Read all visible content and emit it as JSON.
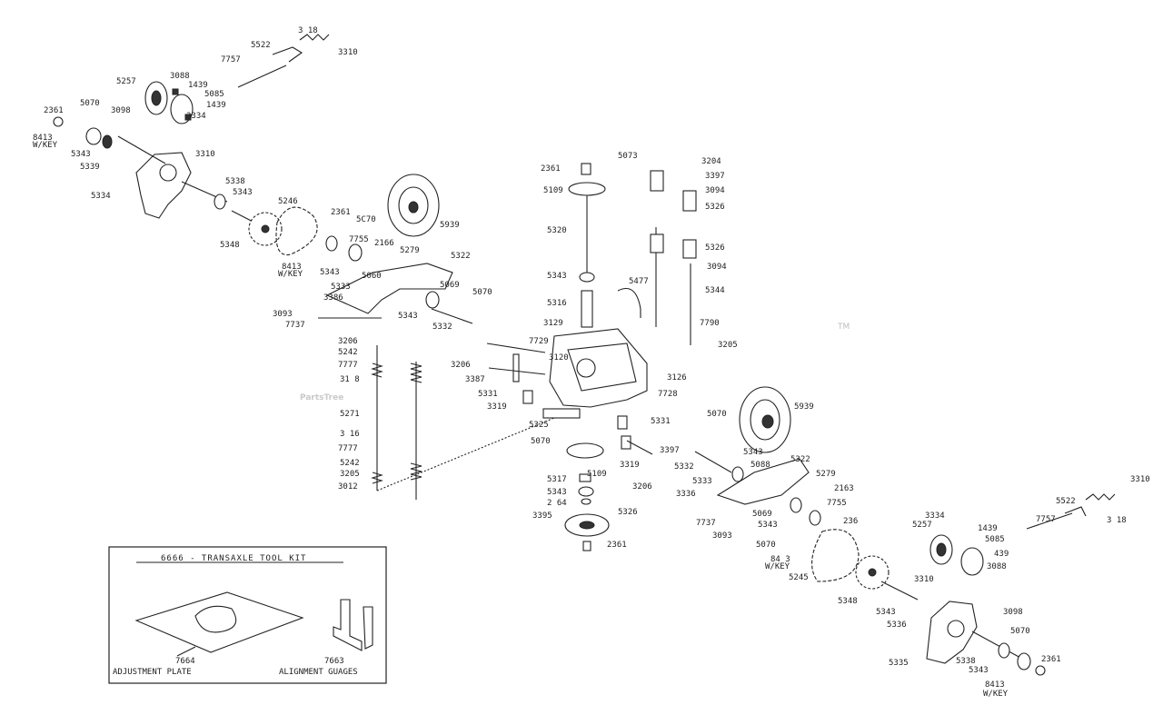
{
  "watermark": {
    "text": "PartsTree",
    "tm": "TM"
  },
  "tool_kit": {
    "title": "6666 - TRANSAXLE TOOL KIT",
    "plate_label": "ADJUSTMENT PLATE",
    "plate_number": "7664",
    "gauge_label": "ALIGNMENT GUAGES",
    "gauge_number": "7663"
  },
  "labels": [
    {
      "id": "l0",
      "text": "3 18"
    },
    {
      "id": "l1",
      "text": "5522"
    },
    {
      "id": "l2",
      "text": "3310"
    },
    {
      "id": "l3",
      "text": "7757"
    },
    {
      "id": "l4",
      "text": "5257"
    },
    {
      "id": "l5",
      "text": "3088"
    },
    {
      "id": "l6",
      "text": "1439"
    },
    {
      "id": "l7",
      "text": "5085"
    },
    {
      "id": "l8",
      "text": "1439"
    },
    {
      "id": "l9",
      "text": "3334"
    },
    {
      "id": "l10",
      "text": "2361"
    },
    {
      "id": "l11",
      "text": "5070"
    },
    {
      "id": "l12",
      "text": "3098"
    },
    {
      "id": "l13",
      "text": "8413"
    },
    {
      "id": "l14",
      "text": "W/KEY"
    },
    {
      "id": "l15",
      "text": "5343"
    },
    {
      "id": "l16",
      "text": "5339"
    },
    {
      "id": "l17",
      "text": "3310"
    },
    {
      "id": "l18",
      "text": "5334"
    },
    {
      "id": "l19",
      "text": "5338"
    },
    {
      "id": "l20",
      "text": "5343"
    },
    {
      "id": "l21",
      "text": "5246"
    },
    {
      "id": "l22",
      "text": "2361"
    },
    {
      "id": "l23",
      "text": "5C70"
    },
    {
      "id": "l24",
      "text": "5939"
    },
    {
      "id": "l25",
      "text": "5348"
    },
    {
      "id": "l26",
      "text": "7755"
    },
    {
      "id": "l27",
      "text": "2166"
    },
    {
      "id": "l28",
      "text": "5279"
    },
    {
      "id": "l29",
      "text": "5322"
    },
    {
      "id": "l30",
      "text": "8413"
    },
    {
      "id": "l31",
      "text": "W/KEY"
    },
    {
      "id": "l32",
      "text": "5343"
    },
    {
      "id": "l33",
      "text": "5060"
    },
    {
      "id": "l34",
      "text": "5333"
    },
    {
      "id": "l35",
      "text": "3386"
    },
    {
      "id": "l36",
      "text": "5069"
    },
    {
      "id": "l37",
      "text": "5070"
    },
    {
      "id": "l38",
      "text": "3093"
    },
    {
      "id": "l39",
      "text": "7737"
    },
    {
      "id": "l40",
      "text": "5343"
    },
    {
      "id": "l41",
      "text": "5332"
    },
    {
      "id": "l42",
      "text": "2361"
    },
    {
      "id": "l43",
      "text": "5073"
    },
    {
      "id": "l44",
      "text": "5109"
    },
    {
      "id": "l45",
      "text": "5320"
    },
    {
      "id": "l46",
      "text": "5343"
    },
    {
      "id": "l47",
      "text": "5316"
    },
    {
      "id": "l48",
      "text": "5477"
    },
    {
      "id": "l49",
      "text": "3204"
    },
    {
      "id": "l50",
      "text": "3397"
    },
    {
      "id": "l51",
      "text": "3094"
    },
    {
      "id": "l52",
      "text": "5326"
    },
    {
      "id": "l53",
      "text": "5326"
    },
    {
      "id": "l54",
      "text": "3094"
    },
    {
      "id": "l55",
      "text": "5344"
    },
    {
      "id": "l56",
      "text": "7790"
    },
    {
      "id": "l57",
      "text": "3205"
    },
    {
      "id": "l58",
      "text": "3129"
    },
    {
      "id": "l59",
      "text": "7729"
    },
    {
      "id": "l60",
      "text": "3120"
    },
    {
      "id": "l61",
      "text": "3126"
    },
    {
      "id": "l62",
      "text": "7728"
    },
    {
      "id": "l63",
      "text": "3206"
    },
    {
      "id": "l64",
      "text": "3387"
    },
    {
      "id": "l65",
      "text": "5331"
    },
    {
      "id": "l66",
      "text": "3319"
    },
    {
      "id": "l67",
      "text": "5325"
    },
    {
      "id": "l68",
      "text": "5331"
    },
    {
      "id": "l69",
      "text": "5070"
    },
    {
      "id": "l70",
      "text": "3397"
    },
    {
      "id": "l71",
      "text": "5109"
    },
    {
      "id": "l72",
      "text": "3319"
    },
    {
      "id": "l73",
      "text": "3206"
    },
    {
      "id": "l74",
      "text": "5317"
    },
    {
      "id": "l75",
      "text": "5343"
    },
    {
      "id": "l76",
      "text": "2 64"
    },
    {
      "id": "l77",
      "text": "3395"
    },
    {
      "id": "l78",
      "text": "5326"
    },
    {
      "id": "l79",
      "text": "2361"
    },
    {
      "id": "l80",
      "text": "3206"
    },
    {
      "id": "l81",
      "text": "5242"
    },
    {
      "id": "l82",
      "text": "7777"
    },
    {
      "id": "l83",
      "text": "31 8"
    },
    {
      "id": "l84",
      "text": "5271"
    },
    {
      "id": "l85",
      "text": "3 16"
    },
    {
      "id": "l86",
      "text": "7777"
    },
    {
      "id": "l87",
      "text": "5242"
    },
    {
      "id": "l88",
      "text": "3205"
    },
    {
      "id": "l89",
      "text": "3012"
    },
    {
      "id": "l90",
      "text": "5939"
    },
    {
      "id": "l91",
      "text": "5070"
    },
    {
      "id": "l92",
      "text": "5343"
    },
    {
      "id": "l93",
      "text": "5322"
    },
    {
      "id": "l94",
      "text": "5332"
    },
    {
      "id": "l95",
      "text": "5088"
    },
    {
      "id": "l96",
      "text": "5279"
    },
    {
      "id": "l97",
      "text": "5333"
    },
    {
      "id": "l98",
      "text": "2163"
    },
    {
      "id": "l99",
      "text": "3336"
    },
    {
      "id": "l100",
      "text": "7755"
    },
    {
      "id": "l101",
      "text": "5069"
    },
    {
      "id": "l102",
      "text": "7737"
    },
    {
      "id": "l103",
      "text": "5343"
    },
    {
      "id": "l104",
      "text": "236"
    },
    {
      "id": "l105",
      "text": "3093"
    },
    {
      "id": "l106",
      "text": "5070"
    },
    {
      "id": "l107",
      "text": "84 3"
    },
    {
      "id": "l108",
      "text": "W/KEY"
    },
    {
      "id": "l109",
      "text": "5245"
    },
    {
      "id": "l110",
      "text": "5348"
    },
    {
      "id": "l111",
      "text": "3310"
    },
    {
      "id": "l112",
      "text": "5522"
    },
    {
      "id": "l113",
      "text": "3 18"
    },
    {
      "id": "l114",
      "text": "7757"
    },
    {
      "id": "l115",
      "text": "3334"
    },
    {
      "id": "l116",
      "text": "5257"
    },
    {
      "id": "l117",
      "text": "1439"
    },
    {
      "id": "l118",
      "text": "5085"
    },
    {
      "id": "l119",
      "text": "439"
    },
    {
      "id": "l120",
      "text": "3088"
    },
    {
      "id": "l121",
      "text": "3310"
    },
    {
      "id": "l122",
      "text": "5343"
    },
    {
      "id": "l123",
      "text": "5336"
    },
    {
      "id": "l124",
      "text": "3098"
    },
    {
      "id": "l125",
      "text": "5070"
    },
    {
      "id": "l126",
      "text": "5335"
    },
    {
      "id": "l127",
      "text": "5338"
    },
    {
      "id": "l128",
      "text": "5343"
    },
    {
      "id": "l129",
      "text": "8413"
    },
    {
      "id": "l130",
      "text": "W/KEY"
    },
    {
      "id": "l131",
      "text": "2361"
    }
  ]
}
